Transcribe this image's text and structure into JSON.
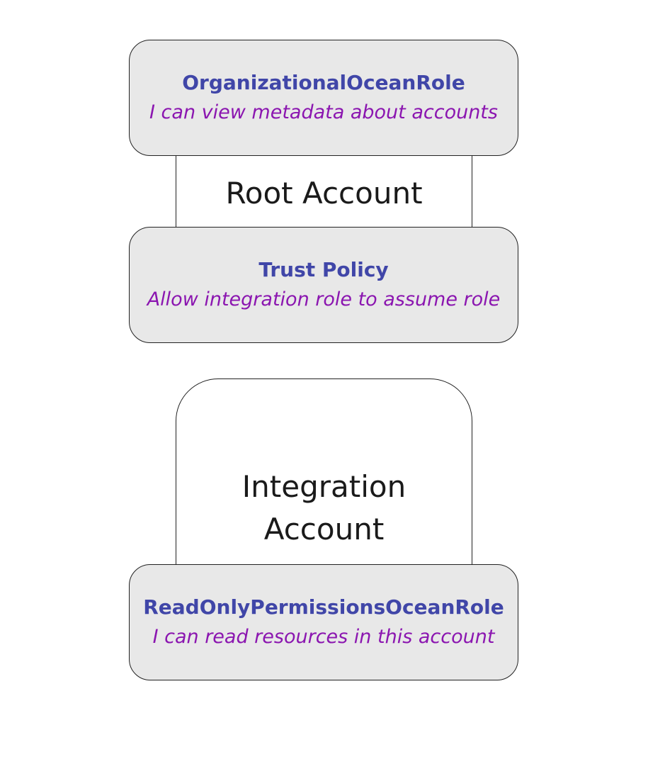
{
  "root_account": {
    "title": "Root Account",
    "top_role": {
      "name": "OrganizationalOceanRole",
      "description": "I can view metadata about accounts"
    },
    "bottom_role": {
      "name": "Trust Policy",
      "description": "Allow integration role to assume role"
    }
  },
  "integration_account": {
    "title_line1": "Integration",
    "title_line2": "Account",
    "role": {
      "name": "ReadOnlyPermissionsOceanRole",
      "description": "I can read resources in this account"
    }
  },
  "colors": {
    "role_name": "#4046a8",
    "role_description": "#8b16b0",
    "role_fill": "#e8e8e8",
    "border": "#222222"
  }
}
